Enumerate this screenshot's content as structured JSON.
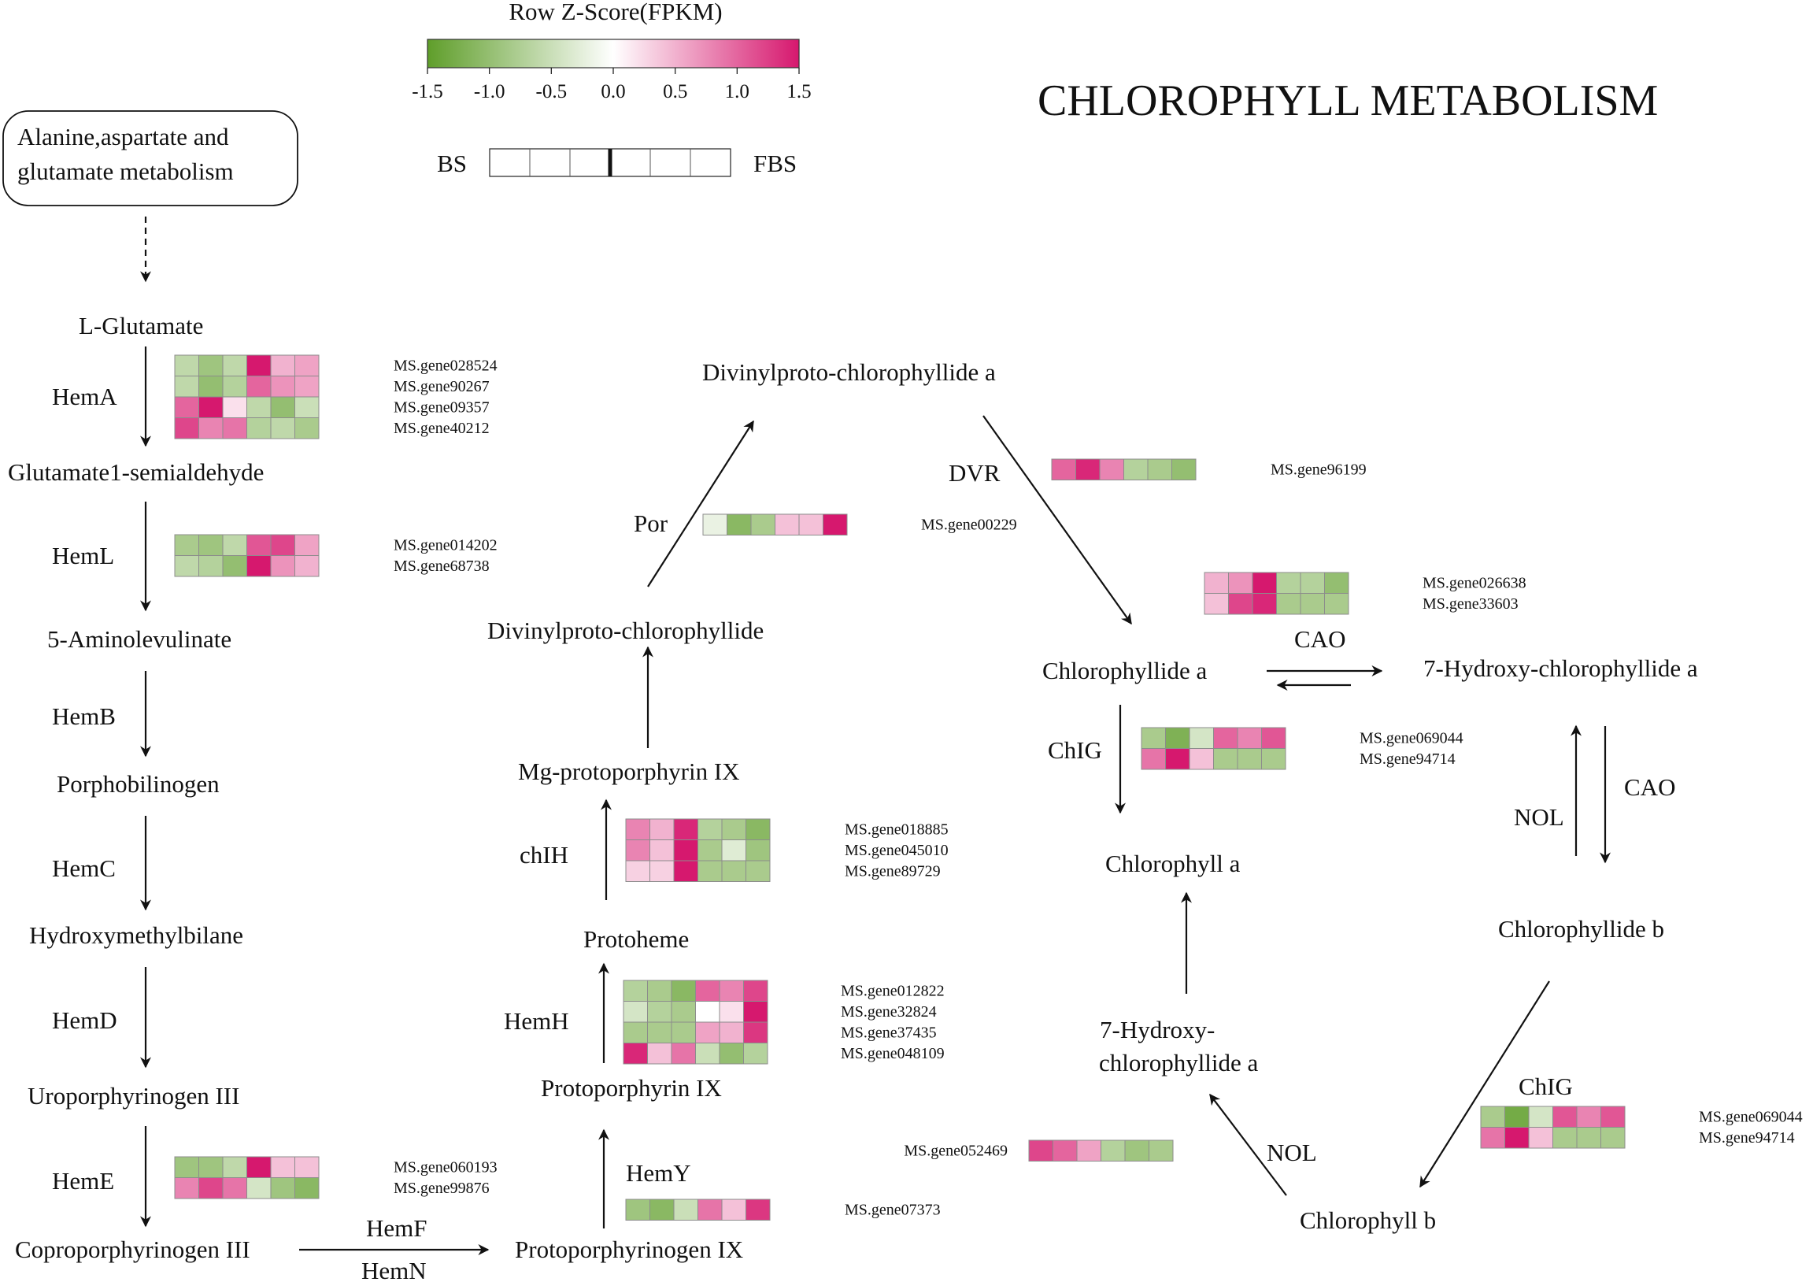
{
  "title": "CHLOROPHYLL METABOLISM",
  "colors": {
    "low": "#5f9e2a",
    "mid": "#ffffff",
    "high": "#d6186e",
    "line": "#111111"
  },
  "color_scale": {
    "title": "Row Z-Score(FPKM)",
    "min": -1.5,
    "max": 1.5,
    "ticks": [
      "-1.5",
      "-1.0",
      "-0.5",
      "0.0",
      "0.5",
      "1.0",
      "1.5"
    ]
  },
  "sample_key": {
    "left_label": "BS",
    "right_label": "FBS",
    "columns": 6
  },
  "start_node": {
    "line1": "Alanine,aspartate and",
    "line2": "glutamate metabolism"
  },
  "metabolites": {
    "l_glutamate": "L-Glutamate",
    "glutamate_semialdehyde": "Glutamate1-semialdehyde",
    "aminolevulinate": "5-Aminolevulinate",
    "porphobilinogen": "Porphobilinogen",
    "hydroxymethylbilane": "Hydroxymethylbilane",
    "uroporphyrinogen": "Uroporphyrinogen III",
    "coproporphyrinogen": "Coproporphyrinogen III",
    "protoporphyrinogen": "Protoporphyrinogen IX",
    "protoporphyrin": "Protoporphyrin IX",
    "protoheme": "Protoheme",
    "mg_protoporphyrin": "Mg-protoporphyrin IX",
    "divinylproto_chlorophyllide": "Divinylproto-chlorophyllide",
    "divinylproto_chlorophyllide_a": "Divinylproto-chlorophyllide a",
    "chlorophyllide_a": "Chlorophyllide a",
    "hydroxy_chlorophyllide_a": "7-Hydroxy-chlorophyllide a",
    "chlorophyll_a": "Chlorophyll a",
    "hydroxy_chlorophyllide_a_2_line1": "7-Hydroxy-",
    "hydroxy_chlorophyllide_a_2_line2": "chlorophyllide a",
    "chlorophyllide_b": "Chlorophyllide b",
    "chlorophyll_b": "Chlorophyll b"
  },
  "enzymes": {
    "hema": "HemA",
    "heml": "HemL",
    "hemb": "HemB",
    "hemc": "HemC",
    "hemd": "HemD",
    "heme": "HemE",
    "hemf": "HemF",
    "hemn": "HemN",
    "hemy": "HemY",
    "hemh": "HemH",
    "chih": "chIH",
    "por": "Por",
    "dvr": "DVR",
    "cao_top": "CAO",
    "chig_left": "ChIG",
    "nol_right": "NOL",
    "cao_right": "CAO",
    "chig_right": "ChIG",
    "nol_bottom": "NOL"
  },
  "heatmaps": [
    {
      "id": "hema",
      "rows": [
        {
          "gene": "MS.gene028524",
          "values": [
            -0.6,
            -0.9,
            -0.6,
            1.5,
            0.5,
            0.6
          ]
        },
        {
          "gene": "MS.gene90267",
          "values": [
            -0.6,
            -1.0,
            -0.7,
            1.0,
            0.7,
            0.6
          ]
        },
        {
          "gene": "MS.gene09357",
          "values": [
            1.0,
            1.5,
            0.2,
            -0.6,
            -1.0,
            -0.5
          ]
        },
        {
          "gene": "MS.gene40212",
          "values": [
            1.2,
            0.8,
            0.9,
            -0.7,
            -0.6,
            -0.8
          ]
        }
      ]
    },
    {
      "id": "heml",
      "rows": [
        {
          "gene": "MS.gene014202",
          "values": [
            -0.8,
            -0.9,
            -0.6,
            1.1,
            1.2,
            0.6
          ]
        },
        {
          "gene": "MS.gene68738",
          "values": [
            -0.6,
            -0.7,
            -1.0,
            1.5,
            0.7,
            0.5
          ]
        }
      ]
    },
    {
      "id": "hemy",
      "rows": [
        {
          "gene": "MS.gene07373",
          "values": [
            -0.9,
            -1.1,
            -0.5,
            0.9,
            0.4,
            1.3
          ]
        }
      ]
    },
    {
      "id": "heme",
      "rows": [
        {
          "gene": "MS.gene060193",
          "values": [
            -0.9,
            -0.9,
            -0.6,
            1.5,
            0.4,
            0.4
          ]
        },
        {
          "gene": "MS.gene99876",
          "values": [
            0.8,
            1.2,
            0.9,
            -0.4,
            -0.9,
            -1.1
          ]
        }
      ]
    },
    {
      "id": "hemh",
      "rows": [
        {
          "gene": "MS.gene012822",
          "values": [
            -0.7,
            -0.8,
            -1.1,
            1.0,
            0.8,
            1.2
          ]
        },
        {
          "gene": "MS.gene32824",
          "values": [
            -0.4,
            -0.7,
            -0.8,
            0.0,
            0.2,
            1.6
          ]
        },
        {
          "gene": "MS.gene37435",
          "values": [
            -0.8,
            -0.8,
            -0.8,
            0.6,
            0.5,
            1.3
          ]
        },
        {
          "gene": "MS.gene048109",
          "values": [
            1.4,
            0.4,
            0.9,
            -0.5,
            -1.0,
            -0.7
          ]
        }
      ]
    },
    {
      "id": "chih",
      "rows": [
        {
          "gene": "MS.gene018885",
          "values": [
            0.8,
            0.5,
            1.4,
            -0.7,
            -0.8,
            -1.1
          ]
        },
        {
          "gene": "MS.gene045010",
          "values": [
            0.8,
            0.4,
            1.5,
            -0.8,
            -0.3,
            -0.9
          ]
        },
        {
          "gene": "MS.gene89729",
          "values": [
            0.3,
            0.3,
            1.5,
            -0.8,
            -0.8,
            -0.8
          ]
        }
      ]
    },
    {
      "id": "por",
      "rows": [
        {
          "gene": "MS.gene00229",
          "values": [
            -0.2,
            -1.1,
            -0.8,
            0.4,
            0.4,
            1.5
          ]
        }
      ]
    },
    {
      "id": "dvr",
      "rows": [
        {
          "gene": "MS.gene96199",
          "values": [
            1.0,
            1.4,
            0.8,
            -0.7,
            -0.8,
            -1.0
          ]
        }
      ]
    },
    {
      "id": "cao",
      "rows": [
        {
          "gene": "MS.gene026638",
          "values": [
            0.5,
            0.7,
            1.5,
            -0.7,
            -0.7,
            -1.0
          ]
        },
        {
          "gene": "MS.gene33603",
          "values": [
            0.4,
            1.2,
            1.4,
            -0.8,
            -0.8,
            -0.8
          ]
        }
      ]
    },
    {
      "id": "chig_left",
      "rows": [
        {
          "gene": "MS.gene069044",
          "values": [
            -0.8,
            -1.2,
            -0.4,
            1.0,
            0.8,
            1.1
          ]
        },
        {
          "gene": "MS.gene94714",
          "values": [
            0.9,
            1.5,
            0.4,
            -0.8,
            -0.8,
            -0.8
          ]
        }
      ]
    },
    {
      "id": "chig_right",
      "rows": [
        {
          "gene": "MS.gene069044",
          "values": [
            -0.8,
            -1.3,
            -0.4,
            1.1,
            0.8,
            1.1
          ]
        },
        {
          "gene": "MS.gene94714",
          "values": [
            0.9,
            1.5,
            0.4,
            -0.8,
            -0.8,
            -0.8
          ]
        }
      ]
    },
    {
      "id": "nol",
      "rows": [
        {
          "gene": "MS.gene052469",
          "values": [
            1.2,
            1.0,
            0.6,
            -0.7,
            -0.9,
            -0.8
          ]
        }
      ]
    }
  ]
}
